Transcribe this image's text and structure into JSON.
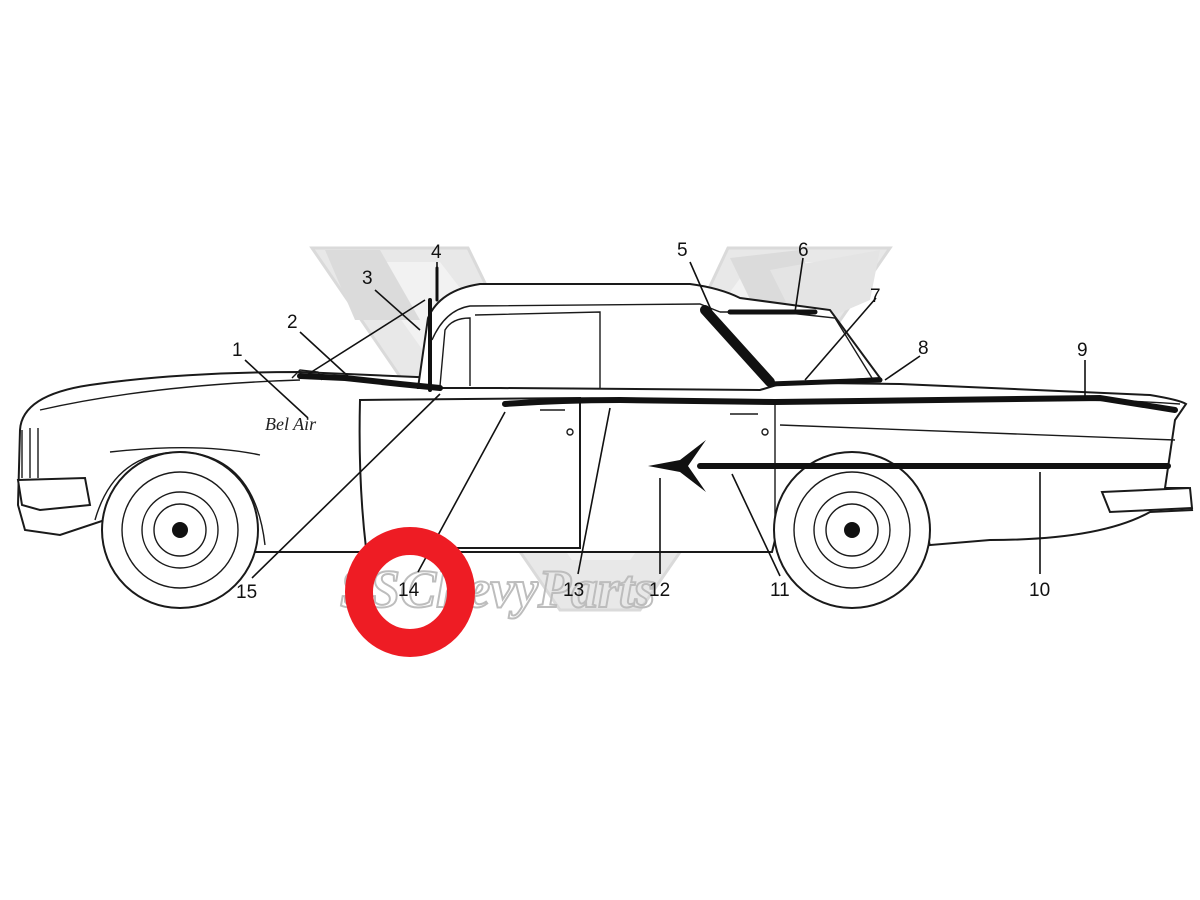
{
  "diagram": {
    "emblem_script": "Bel Air",
    "watermark_text": "SSChevyParts",
    "callouts": [
      {
        "id": "callout-1",
        "label": "1"
      },
      {
        "id": "callout-2",
        "label": "2"
      },
      {
        "id": "callout-3",
        "label": "3"
      },
      {
        "id": "callout-4",
        "label": "4"
      },
      {
        "id": "callout-5",
        "label": "5"
      },
      {
        "id": "callout-6",
        "label": "6"
      },
      {
        "id": "callout-7",
        "label": "7"
      },
      {
        "id": "callout-8",
        "label": "8"
      },
      {
        "id": "callout-9",
        "label": "9"
      },
      {
        "id": "callout-10",
        "label": "10"
      },
      {
        "id": "callout-11",
        "label": "11"
      },
      {
        "id": "callout-12",
        "label": "12"
      },
      {
        "id": "callout-13",
        "label": "13"
      },
      {
        "id": "callout-14",
        "label": "14"
      },
      {
        "id": "callout-15",
        "label": "15"
      }
    ],
    "highlighted_callout": "14",
    "colors": {
      "highlight_ring": "#ee1c24",
      "watermark": "#cfcfcf",
      "line_art": "#111111"
    }
  }
}
